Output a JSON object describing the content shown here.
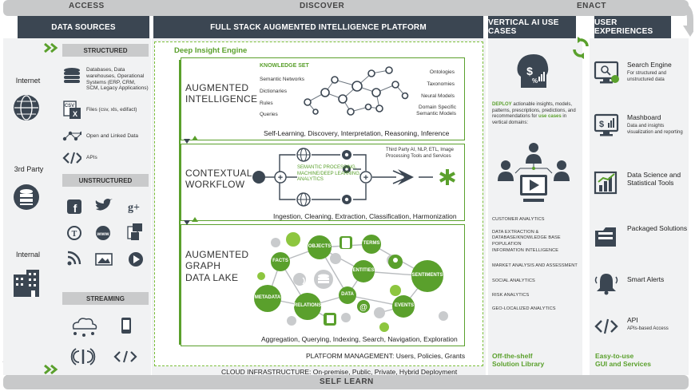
{
  "phases": {
    "access": "ACCESS",
    "discover": "DISCOVER",
    "enact": "ENACT",
    "self_learn": "SELF LEARN"
  },
  "headers": {
    "data_sources": "DATA SOURCES",
    "platform": "FULL STACK AUGMENTED INTELLIGENCE PLATFORM",
    "vertical": "VERTICAL AI USE CASES",
    "ux": "USER EXPERIENCES"
  },
  "sources": {
    "internet": "Internet",
    "third_party": "3rd Party",
    "internal": "Internal"
  },
  "structured": {
    "title": "STRUCTURED",
    "items": [
      "Databases, Data warehouses, Operational Systems (ERP, CRM, SCM, Legacy Applications)",
      "Files (csv, xls, edifact)",
      "Open and Linked Data",
      "APIs"
    ],
    "csv_label": "CSV"
  },
  "unstructured": {
    "title": "UNSTRUCTURED"
  },
  "streaming": {
    "title": "STREAMING"
  },
  "engine_title": "Deep Insight Engine",
  "augmented_intelligence": {
    "title_1": "AUGMENTED",
    "title_2": "INTELLIGENCE",
    "knowledge_set": "KNOWLEDGE SET",
    "left_terms": [
      "Semantic Networks",
      "Dictionaries",
      "Rules",
      "Queries"
    ],
    "right_terms": [
      "Ontologies",
      "Taxonomies",
      "Neural Models",
      "Domain Specific Semantic Models"
    ],
    "footer": "Self-Learning, Discovery, Interpretation, Reasoning, Inference"
  },
  "contextual_workflow": {
    "title_1": "CONTEXTUAL",
    "title_2": "WORKFLOW",
    "semantic": "SEMANTIC PROCESSING, MACHINE/DEEP LEARNING, ANALYTICS",
    "third_party": "Third Party AI, NLP, ETL, Image Processing Tools and Services",
    "footer": "Ingestion, Cleaning, Extraction, Classification, Harmonization"
  },
  "graph_lake": {
    "title_1": "AUGMENTED",
    "title_2": "GRAPH",
    "title_3": "DATA LAKE",
    "nodes": [
      "OBJECTS",
      "TERMS",
      "FACTS",
      "ENTITIES",
      "SENTIMENTS",
      "METADATA",
      "DATA",
      "RELATIONS",
      "EVENTS"
    ],
    "footer": "Aggregation, Querying, Indexing, Search, Navigation, Exploration"
  },
  "platform_management": "PLATFORM MANAGEMENT: Users, Policies, Grants",
  "cloud": "CLOUD INFRASTRUCTURE: On-premise, Public, Private, Hybrid Deployment",
  "vertical": {
    "deploy_1": "DEPLOY",
    "deploy_2": " actionable insights, models, patterns, prescriptions, predictions, and recommendations for ",
    "deploy_3": "use cases",
    "deploy_4": " in vertical domains:",
    "use_cases": [
      "CUSTOMER ANALYTICS",
      "DATA EXTRACTION & DATABASE/KNOWLEDGE BASE POPULATION",
      "INFORMATION INTELLIGENCE",
      "MARKET ANALYSIS AND ASSESSMENT",
      "SOCIAL ANALYTICS",
      "RISK ANALYTICS",
      "GEO-LOCALIZED ANALYTICS"
    ],
    "footer_1": "Off-the-shelf",
    "footer_2": "Solution Library"
  },
  "ux": {
    "items": [
      {
        "title": "Search Engine",
        "sub": "For structured and unstructured data"
      },
      {
        "title": "Mashboard",
        "sub": "Data and insights visualization and reporting"
      },
      {
        "title": "Data Science and Statistical Tools",
        "sub": ""
      },
      {
        "title": "Packaged Solutions",
        "sub": ""
      },
      {
        "title": "Smart Alerts",
        "sub": ""
      },
      {
        "title": "API",
        "sub": "APIs-based Access"
      }
    ],
    "footer_1": "Easy-to-use",
    "footer_2": "GUI and Services"
  },
  "colors": {
    "green": "#5aa02c",
    "dark": "#3b4652",
    "grey": "#c8c9ca"
  }
}
